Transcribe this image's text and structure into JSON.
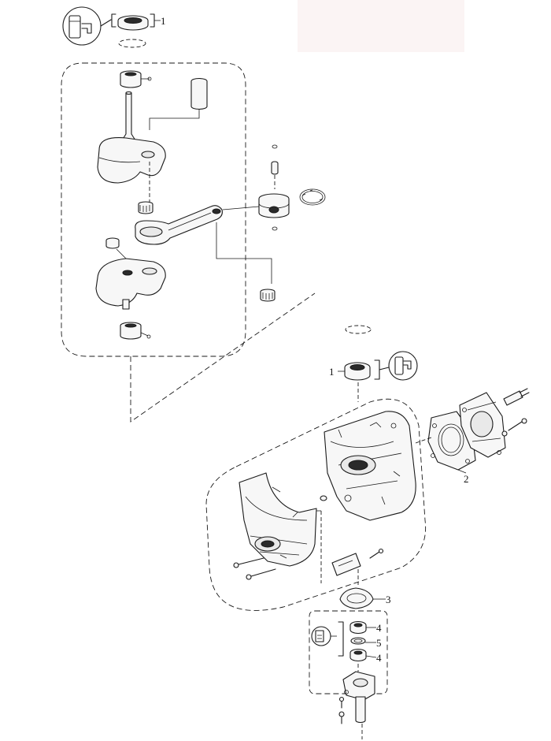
{
  "diagram": {
    "callouts": [
      {
        "id": "c1a",
        "label": "1"
      },
      {
        "id": "c1b",
        "label": "1"
      },
      {
        "id": "c2",
        "label": "2"
      },
      {
        "id": "c3",
        "label": "3"
      },
      {
        "id": "c4a",
        "label": "4"
      },
      {
        "id": "c5",
        "label": "5"
      },
      {
        "id": "c4b",
        "label": "4"
      }
    ],
    "icons": [
      "grease-icon",
      "grease-icon",
      "oil-icon"
    ],
    "colors": {
      "line": "#1a1a1a",
      "fill": "#f7f7f7",
      "background": "#ffffff"
    }
  }
}
